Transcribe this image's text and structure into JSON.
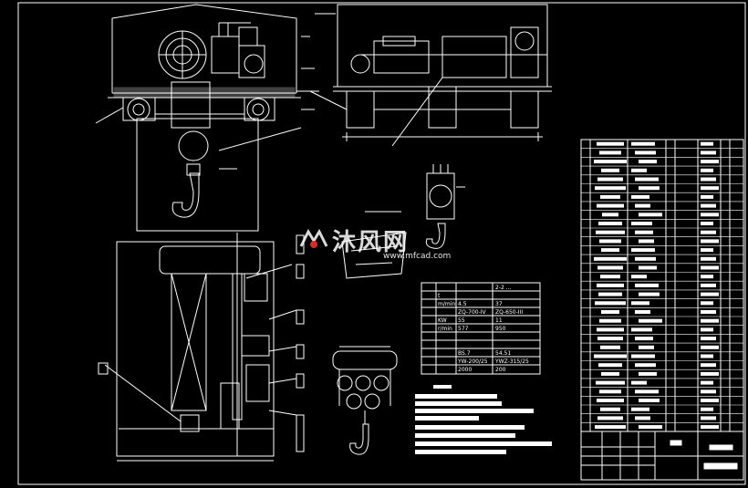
{
  "watermark": {
    "text": "沐风网",
    "url": "www.mfcad.com"
  },
  "params_table": {
    "rows": [
      [
        "",
        "",
        "",
        "2-2 ..."
      ],
      [
        "",
        "t",
        "",
        ""
      ],
      [
        "",
        "m/min",
        "4.5",
        "37"
      ],
      [
        "",
        "",
        "ZQ-700-IV",
        "ZQ-650-III"
      ],
      [
        "",
        "KW",
        "55",
        "11"
      ],
      [
        "",
        "r/min",
        "577",
        "950"
      ],
      [
        "",
        "",
        "",
        ""
      ],
      [
        "",
        "",
        "",
        ""
      ],
      [
        "",
        "",
        "BS.7",
        "54.51"
      ],
      [
        "",
        "",
        "YW-200/25",
        "YWZ-315/25"
      ],
      [
        "",
        "",
        "2000",
        "200"
      ]
    ]
  },
  "colors": {
    "line": "#ffffff",
    "background": "#000000"
  }
}
